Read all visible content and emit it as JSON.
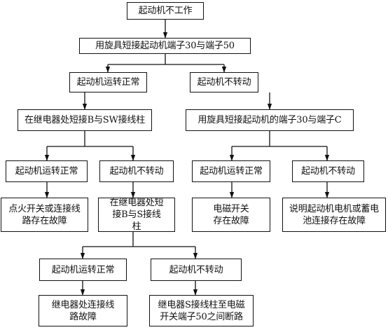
{
  "nodes": {
    "start": "起动机不工作",
    "test1": "用旋具短接起动机端子30与端子50",
    "a_ok": "起动机运转正常",
    "a_fail": "起动机不转动",
    "a_ok_step": "在继电器处短接B与SW接线柱",
    "a_fail_step": "用旋具短接起动机的端子30与端子C",
    "b1_ok": "起动机运转正常",
    "b1_fail": "起动机不转动",
    "b2_ok": "起动机运转正常",
    "b2_fail": "起动机不转动",
    "r_ignition": "点火开关或连接线路存在故障",
    "r_relay_bs": "在继电器处短接B与S接线柱",
    "r_magnetic": "电磁开关存在故障",
    "r_motor": "说明起动机电机或蓄电池连接存在故障",
    "c_ok": "起动机运转正常",
    "c_fail": "起动机不转动",
    "r_relay_line": "继电器处连接线路故障",
    "r_relay_s": "继电器S接线柱至电磁开关端子50之间断路"
  }
}
